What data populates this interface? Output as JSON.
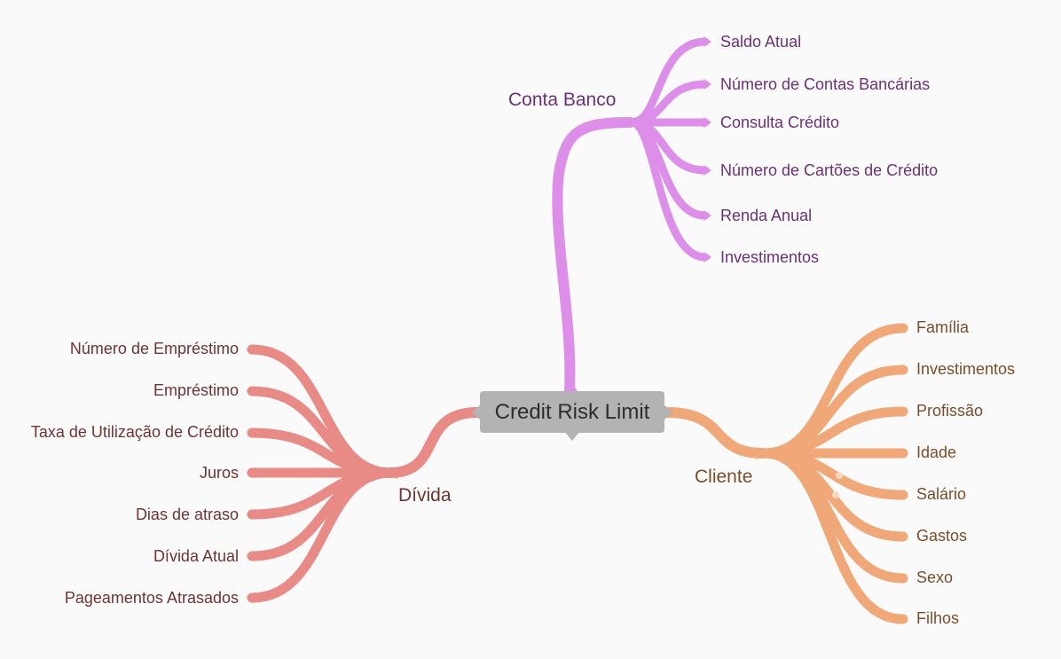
{
  "root": {
    "label": "Credit Risk Limit",
    "color": "#b3b3b3"
  },
  "branches": {
    "conta": {
      "label": "Conta Banco",
      "color": "#dd8ee8",
      "items": [
        "Saldo Atual",
        "Número de Contas Bancárias",
        "Consulta Crédito",
        "Número de Cartões de Crédito",
        "Renda Anual",
        "Investimentos"
      ]
    },
    "cliente": {
      "label": "Cliente",
      "color": "#f0a878",
      "items": [
        "Família",
        "Investimentos",
        "Profissão",
        "Idade",
        "Salário",
        "Gastos",
        "Sexo",
        "Filhos"
      ]
    },
    "divida": {
      "label": "Dívida",
      "color": "#e88a86",
      "items": [
        "Número de Empréstimo",
        "Empréstimo",
        "Taxa de Utilização de Crédito",
        "Juros",
        "Dias de atraso",
        "Dívida Atual",
        "Pageamentos Atrasados"
      ]
    }
  }
}
